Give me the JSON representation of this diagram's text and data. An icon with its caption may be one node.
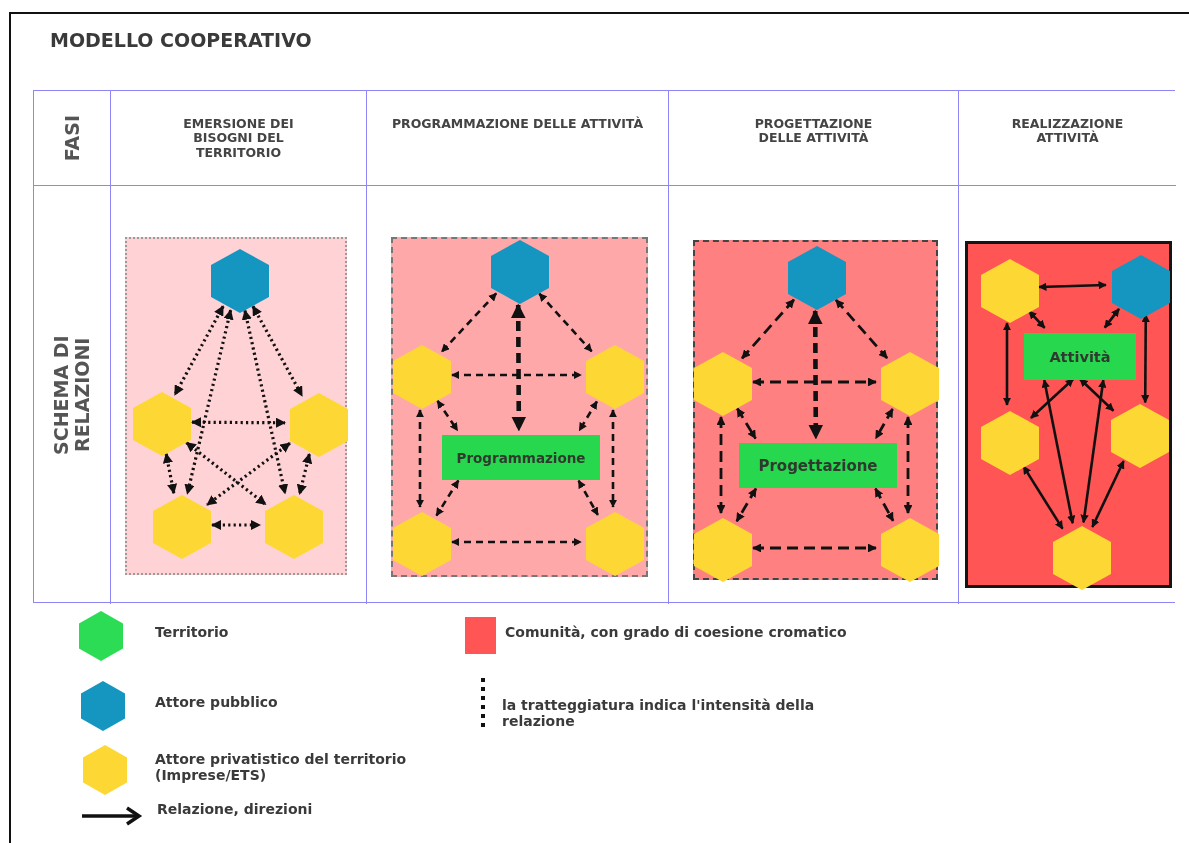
{
  "diagram": {
    "title": "MODELLO COOPERATIVO",
    "nodes": [
      {
        "text": [],
        "shape": "box"
      },
      {
        "text": [],
        "shape": "hexagon",
        "in": 0
      },
      {
        "text": [],
        "shape": "hexagon",
        "in": 0
      },
      {
        "text": [],
        "shape": "hexagon",
        "in": 0
      },
      {
        "text": [],
        "shape": "hexagon",
        "in": 0
      },
      {
        "text": [],
        "shape": "hexagon",
        "in": 0
      },
      {
        "text": [],
        "shape": "box"
      },
      {
        "text": [],
        "shape": "hexagon",
        "in": 6
      },
      {
        "text": [],
        "shape": "hexagon",
        "in": 6
      },
      {
        "text": [],
        "shape": "hexagon",
        "in": 6
      },
      {
        "text": [
          "Programmazione"
        ],
        "in": 6
      },
      {
        "text": [],
        "shape": "hexagon",
        "in": 6
      },
      {
        "text": [],
        "shape": "hexagon",
        "in": 6
      },
      {
        "text": [],
        "shape": "box"
      },
      {
        "text": [],
        "shape": "hexagon",
        "in": 13
      },
      {
        "text": [],
        "shape": "hexagon",
        "in": 13
      },
      {
        "text": [],
        "shape": "hexagon",
        "in": 13
      },
      {
        "text": [
          "Progettazione"
        ],
        "in": 13
      },
      {
        "text": [],
        "shape": "hexagon",
        "in": 13
      },
      {
        "text": [],
        "shape": "hexagon",
        "in": 13
      },
      {
        "text": [],
        "shape": "box"
      },
      {
        "text": [],
        "shape": "hexagon",
        "in": 20
      },
      {
        "text": [],
        "shape": "hexagon",
        "in": 20
      },
      {
        "text": [
          "Attività"
        ],
        "in": 20
      },
      {
        "text": [],
        "shape": "hexagon",
        "in": 20
      },
      {
        "text": [],
        "shape": "hexagon",
        "in": 20
      },
      {
        "text": [],
        "shape": "hexagon",
        "in": 20
      }
    ],
    "edges": [
      {
        "from": 1,
        "to": 2,
        "arrow": "both",
        "style": "dashed"
      },
      {
        "from": 1,
        "to": 3,
        "arrow": "both",
        "style": "dashed"
      },
      {
        "from": 1,
        "to": 4,
        "arrow": "both",
        "style": "dashed"
      },
      {
        "from": 1,
        "to": 5,
        "arrow": "both",
        "style": "dashed"
      },
      {
        "from": 2,
        "to": 3,
        "arrow": "both",
        "style": "dashed"
      },
      {
        "from": 2,
        "to": 5,
        "arrow": "both",
        "style": "dashed"
      },
      {
        "from": 3,
        "to": 4,
        "arrow": "both",
        "style": "dashed"
      },
      {
        "from": 2,
        "to": 4,
        "arrow": "both",
        "style": "dashed"
      },
      {
        "from": 3,
        "to": 5,
        "arrow": "both",
        "style": "dashed"
      },
      {
        "from": 4,
        "to": 5,
        "arrow": "both",
        "style": "dashed"
      },
      {
        "from": 7,
        "to": 8,
        "arrow": "both",
        "style": "dashed"
      },
      {
        "from": 7,
        "to": 9,
        "arrow": "both",
        "style": "dashed"
      },
      {
        "from": 7,
        "to": 10,
        "arrow": "both",
        "style": "dashed"
      },
      {
        "from": 8,
        "to": 9,
        "arrow": "both",
        "style": "dashed"
      },
      {
        "from": 8,
        "to": 10,
        "arrow": "both",
        "style": "dashed"
      },
      {
        "from": 9,
        "to": 10,
        "arrow": "both",
        "style": "dashed"
      },
      {
        "from": 8,
        "to": 11,
        "arrow": "both",
        "style": "dashed"
      },
      {
        "from": 9,
        "to": 12,
        "arrow": "both",
        "style": "dashed"
      },
      {
        "from": 10,
        "to": 11,
        "arrow": "both",
        "style": "dashed"
      },
      {
        "from": 10,
        "to": 12,
        "arrow": "both",
        "style": "dashed"
      },
      {
        "from": 11,
        "to": 12,
        "arrow": "both",
        "style": "dashed"
      },
      {
        "from": 14,
        "to": 15,
        "arrow": "both",
        "style": "dashed"
      },
      {
        "from": 14,
        "to": 16,
        "arrow": "both",
        "style": "dashed"
      },
      {
        "from": 14,
        "to": 17,
        "arrow": "both",
        "style": "dashed"
      },
      {
        "from": 15,
        "to": 16,
        "arrow": "both",
        "style": "dashed"
      },
      {
        "from": 15,
        "to": 17,
        "arrow": "both",
        "style": "dashed"
      },
      {
        "from": 16,
        "to": 17,
        "arrow": "both",
        "style": "dashed"
      },
      {
        "from": 15,
        "to": 18,
        "arrow": "both",
        "style": "dashed"
      },
      {
        "from": 16,
        "to": 19,
        "arrow": "both",
        "style": "dashed"
      },
      {
        "from": 17,
        "to": 18,
        "arrow": "both",
        "style": "dashed"
      },
      {
        "from": 17,
        "to": 19,
        "arrow": "both",
        "style": "dashed"
      },
      {
        "from": 18,
        "to": 19,
        "arrow": "both",
        "style": "dashed"
      },
      {
        "from": 21,
        "to": 22,
        "arrow": "both"
      },
      {
        "from": 21,
        "to": 23,
        "arrow": "both"
      },
      {
        "from": 22,
        "to": 23,
        "arrow": "both"
      },
      {
        "from": 21,
        "to": 24,
        "arrow": "both"
      },
      {
        "from": 22,
        "to": 25,
        "arrow": "both"
      },
      {
        "from": 24,
        "to": 23,
        "arrow": "both"
      },
      {
        "from": 25,
        "to": 23,
        "arrow": "both"
      },
      {
        "from": 23,
        "to": 26,
        "arrow": "both"
      },
      {
        "from": 23,
        "to": 26,
        "arrow": "both"
      },
      {
        "from": 24,
        "to": 26,
        "arrow": "both"
      },
      {
        "from": 25,
        "to": 26,
        "arrow": "both"
      }
    ],
    "labels": [
      "FASI",
      "EMERSIONE DEI BISOGNI DEL TERRITORIO",
      "PROGRAMMAZIONE DELLE ATTIVITÀ",
      "PROGETTAZIONE DELLE ATTIVITÀ",
      "REALIZZAZIONE ATTIVITÀ",
      "SCHEMA DI RELAZIONI"
    ],
    "legend": [
      {
        "text": "Territorio",
        "color": "#2ddc55"
      },
      {
        "text": "Comunità, con grado di coesione cromatico",
        "color": "#ff5555"
      },
      {
        "text": "Attore pubblico",
        "color": "#1496c0"
      },
      {
        "text": "la tratteggiatura indica l'intensità della relazione"
      },
      {
        "text": "Attore privatistico del territorio (Imprese/ETS)",
        "color": "#fdd835"
      },
      {
        "text": "Relazione, direzioni"
      }
    ]
  }
}
